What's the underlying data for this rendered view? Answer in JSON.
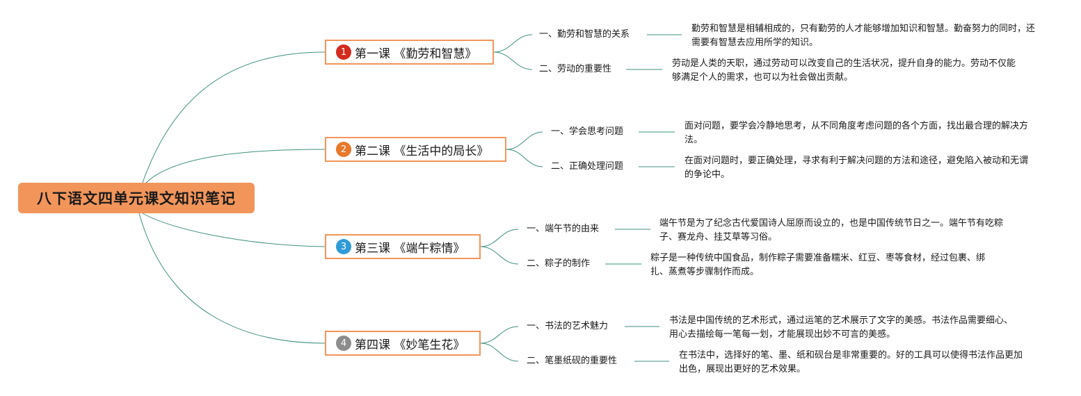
{
  "root": {
    "label": "八下语文四单元课文知识笔记"
  },
  "lessons": [
    {
      "num": "1",
      "color": "#d42a1e",
      "label": "第一课 《勤劳和智慧》",
      "topics": [
        {
          "label": "一、勤劳和智慧的关系",
          "desc": "勤劳和智慧是相辅相成的，只有勤劳的人才能够增加知识和智慧。勤奋努力的同时，还需要有智慧去应用所学的知识。"
        },
        {
          "label": "二、劳动的重要性",
          "desc": "劳动是人类的天职，通过劳动可以改变自己的生活状况，提升自身的能力。劳动不仅能够满足个人的需求，也可以为社会做出贡献。"
        }
      ]
    },
    {
      "num": "2",
      "color": "#e8782a",
      "label": "第二课 《生活中的局长》",
      "topics": [
        {
          "label": "一、学会思考问题",
          "desc": "面对问题，要学会冷静地思考，从不同角度考虑问题的各个方面，找出最合理的解决方法。"
        },
        {
          "label": "二、正确处理问题",
          "desc": "在面对问题时，要正确处理，寻求有利于解决问题的方法和途径，避免陷入被动和无谓的争论中。"
        }
      ]
    },
    {
      "num": "3",
      "color": "#2f9ad8",
      "label": "第三课 《端午粽情》",
      "topics": [
        {
          "label": "一、端午节的由来",
          "desc": "端午节是为了纪念古代爱国诗人屈原而设立的，也是中国传统节日之一。端午节有吃粽子、赛龙舟、挂艾草等习俗。"
        },
        {
          "label": "二、粽子的制作",
          "desc": "粽子是一种传统中国食品，制作粽子需要准备糯米、红豆、枣等食材，经过包裹、绑扎、蒸煮等步骤制作而成。"
        }
      ]
    },
    {
      "num": "4",
      "color": "#8c8c8c",
      "label": "第四课 《妙笔生花》",
      "topics": [
        {
          "label": "一、书法的艺术魅力",
          "desc": "书法是中国传统的艺术形式，通过运笔的艺术展示了文字的美感。书法作品需要细心、用心去描绘每一笔每一划，才能展现出妙不可言的美感。"
        },
        {
          "label": "二、笔墨纸砚的重要性",
          "desc": "在书法中，选择好的笔、墨、纸和砚台是非常重要的。好的工具可以使得书法作品更加出色，展现出更好的艺术效果。"
        }
      ]
    }
  ]
}
